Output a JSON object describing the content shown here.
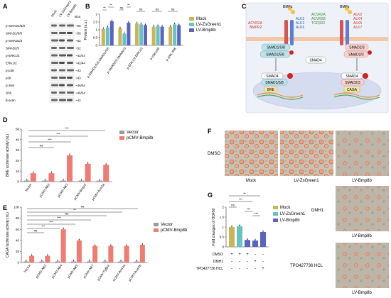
{
  "panel_letters": [
    "A",
    "B",
    "C",
    "D",
    "E",
    "F",
    "G"
  ],
  "colors": {
    "mock": "#c9b458",
    "zsg": "#66c3c3",
    "bmp8b": "#5b63c2",
    "vector": "#9a9a9a",
    "pcmv": "#ef7b72",
    "pathway_bg": "#e7ecf7"
  },
  "blot": {
    "lanes": [
      "Mock",
      "LV-ZsGreen1",
      "LV-Bmp8b"
    ],
    "kda_label": "kDa",
    "rows": [
      {
        "name": "p-SMAD1/5/8",
        "kda": "56"
      },
      {
        "name": "SMAD1/5/8",
        "kda": "56"
      },
      {
        "name": "p-SMAD2/3",
        "kda": "52"
      },
      {
        "name": "SMAD2/3",
        "kda": "52"
      },
      {
        "name": "p-ERK1/2",
        "kda": "42/44"
      },
      {
        "name": "ERK1/2",
        "kda": "42/44"
      },
      {
        "name": "p-p38",
        "kda": "43"
      },
      {
        "name": "p38",
        "kda": "43"
      },
      {
        "name": "p-JNK",
        "kda": "46/54"
      },
      {
        "name": "JNK",
        "kda": "46/54"
      },
      {
        "name": "β-actin",
        "kda": "42"
      }
    ]
  },
  "pathway": {
    "bmps": "BMPs",
    "left_recv": [
      "ACVR2A",
      "BMPR2"
    ],
    "left_alk": [
      "ALK2",
      "ALK3",
      "ALK6"
    ],
    "right_recv": [
      "ACVR2A",
      "ACVR2B",
      "TGFβR2"
    ],
    "right_alk": [
      "ALK2",
      "ALK4",
      "ALK5",
      "ALK7"
    ],
    "smad158": "SMAD1/5/8",
    "smad23": "SMAD2/3",
    "smad4": "SMAD4",
    "bre": "BRE",
    "caga": "CAGA"
  },
  "chart_data": [
    {
      "panel": "B",
      "type": "bar",
      "ylabel": "Protein (a.u.)",
      "ylim": [
        0,
        2.0
      ],
      "yticks": [
        0,
        0.5,
        1.0,
        1.5,
        2.0
      ],
      "categories": [
        "p-SMAD1/5/8:SMAD1/5/8",
        "p-SMAD2/3:SMAD2/3",
        "p-ERK1/2:ERK1/2",
        "p-p38:p38",
        "p-JNK:JNK"
      ],
      "series": [
        {
          "name": "Mock",
          "values": [
            1.05,
            1.1,
            1.4,
            1.2,
            1.2
          ]
        },
        {
          "name": "LV-ZsGreen1",
          "values": [
            1.15,
            0.75,
            1.35,
            1.25,
            1.35
          ]
        },
        {
          "name": "LV-Bmp8b",
          "values": [
            1.55,
            1.45,
            1.3,
            1.2,
            1.3
          ]
        }
      ],
      "significance": [
        "**",
        "ns",
        "**",
        "ns",
        "ns",
        "ns",
        "ns",
        "ns",
        "ns",
        "ns"
      ],
      "legend": [
        "Mock",
        "LV-ZsGreen1",
        "LV-Bmp8b"
      ]
    },
    {
      "panel": "D",
      "type": "bar",
      "ylabel": "BRE luciferase activity (nL)",
      "ylim": [
        0,
        50
      ],
      "yticks": [
        0,
        10,
        20,
        30,
        40,
        50
      ],
      "categories": [
        "Vector",
        "pCMV-Alk2",
        "pCMV-Alk3",
        "pCMV-Bmpr2",
        "pCMV-Acvr2a"
      ],
      "series": [
        {
          "name": "Vector",
          "values": [
            1,
            1,
            1,
            1,
            1
          ]
        },
        {
          "name": "pCMV-Bmp8b",
          "values": [
            8,
            8,
            25,
            17,
            16
          ]
        }
      ],
      "significance": [
        "ns",
        "***",
        "***",
        "***"
      ],
      "legend": [
        "Vector",
        "pCMV-Bmp8b"
      ]
    },
    {
      "panel": "E",
      "type": "bar",
      "ylabel": "CAGA luciferase activity (nL)",
      "ylim": [
        0,
        100
      ],
      "yticks": [
        0,
        20,
        40,
        60,
        80,
        100
      ],
      "categories": [
        "Vector",
        "pCMV-Alk2",
        "pCMV-Alk4",
        "pCMV-Alk5",
        "pCMV-Alk7",
        "pCMV-Tgfβr2",
        "pCMV-Acvr2a",
        "pCMV-Acvr2b"
      ],
      "series": [
        {
          "name": "Vector",
          "values": [
            2,
            2,
            2,
            2,
            2,
            2,
            2,
            2
          ]
        },
        {
          "name": "pCMV-Bmp8b",
          "values": [
            12,
            12,
            60,
            40,
            30,
            30,
            30,
            32
          ]
        }
      ],
      "significance": [
        "ns",
        "***",
        "***",
        "***",
        "ns",
        "**",
        "ns",
        "**"
      ],
      "legend": [
        "Vector",
        "pCMV-Bmp8b"
      ]
    },
    {
      "panel": "G",
      "type": "bar",
      "ylabel": "Fold changes of OD450",
      "ylim": [
        0,
        2.0
      ],
      "yticks": [
        0,
        0.5,
        1.0,
        1.5,
        2.0
      ],
      "categories": [
        "c1",
        "c2",
        "c3",
        "c4",
        "c5"
      ],
      "series": [
        {
          "name": "Mock",
          "values": [
            1.0
          ]
        },
        {
          "name": "LV-ZsGreen1",
          "values": [
            1.05
          ]
        },
        {
          "name": "LV-Bmp8b",
          "values": [
            0.35,
            0.32,
            0.75
          ]
        }
      ],
      "significance": [
        "ns",
        "***",
        "**",
        "***",
        "***"
      ],
      "legend": [
        "Mock",
        "LV-ZsGreen1",
        "LV-Bmp8b"
      ],
      "treatment_rows": [
        {
          "label": "DMSO",
          "marks": [
            "+",
            "+",
            "+",
            "-",
            "-"
          ]
        },
        {
          "label": "DMH1",
          "marks": [
            "-",
            "-",
            "-",
            "+",
            "-"
          ]
        },
        {
          "label": "TPO427736 HCL",
          "marks": [
            "-",
            "-",
            "-",
            "-",
            "+"
          ]
        }
      ]
    }
  ],
  "micro": {
    "row_label": "DMSO",
    "captions": [
      "Mock",
      "LV-ZsGreen1",
      "LV-Bmp8b"
    ],
    "right_labels": [
      "DMH1",
      "TPO427736 HCL"
    ],
    "right_captions": [
      "LV-Bmp8b",
      "LV-Bmp8b"
    ]
  }
}
